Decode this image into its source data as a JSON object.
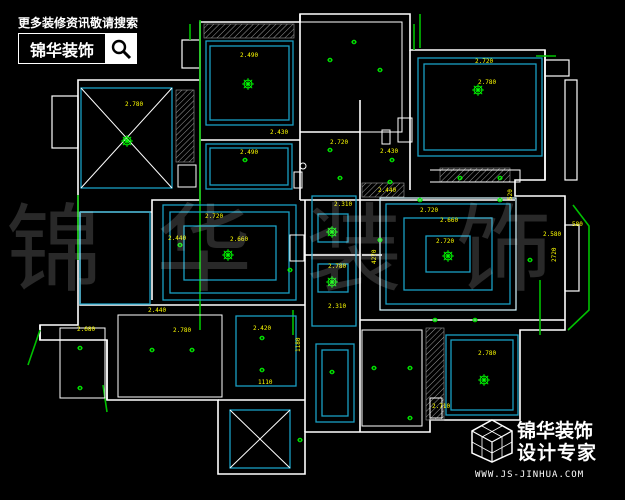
{
  "header": {
    "search_hint": "更多装修资讯敬请搜索",
    "logo_text": "锦华装饰"
  },
  "watermark": {
    "text": "锦华装饰"
  },
  "brand_footer": {
    "line1": "锦华装饰",
    "line2": "设计专家",
    "url": "WWW.JS-JINHUA.COM"
  },
  "icons": {
    "logo_search": "magnifier-icon",
    "brand_emblem": "cube-emblem-icon",
    "light_symbol": "ceiling-light-icon"
  },
  "colors": {
    "background": "#000000",
    "wall": "#ffffff",
    "ceiling_outline": "#1a9fc4",
    "label_text": "#ffff00",
    "fixture": "#00ff00",
    "window": "#00c000",
    "hatch": "#9a9a9a"
  },
  "dimension_labels": [
    "2.780",
    "2.490",
    "2.430",
    "2.720",
    "2.780",
    "2.490",
    "2.720",
    "2.430",
    "2.440",
    "2.720",
    "2.660",
    "2.440",
    "2.660",
    "2.720",
    "2.310",
    "2.580",
    "2.720",
    "2.780",
    "2.420",
    "2.680",
    "2.780",
    "2.310",
    "2.780",
    "2.440",
    "1110",
    "1180",
    "2720",
    "4270",
    "2.710",
    "520",
    "580"
  ]
}
